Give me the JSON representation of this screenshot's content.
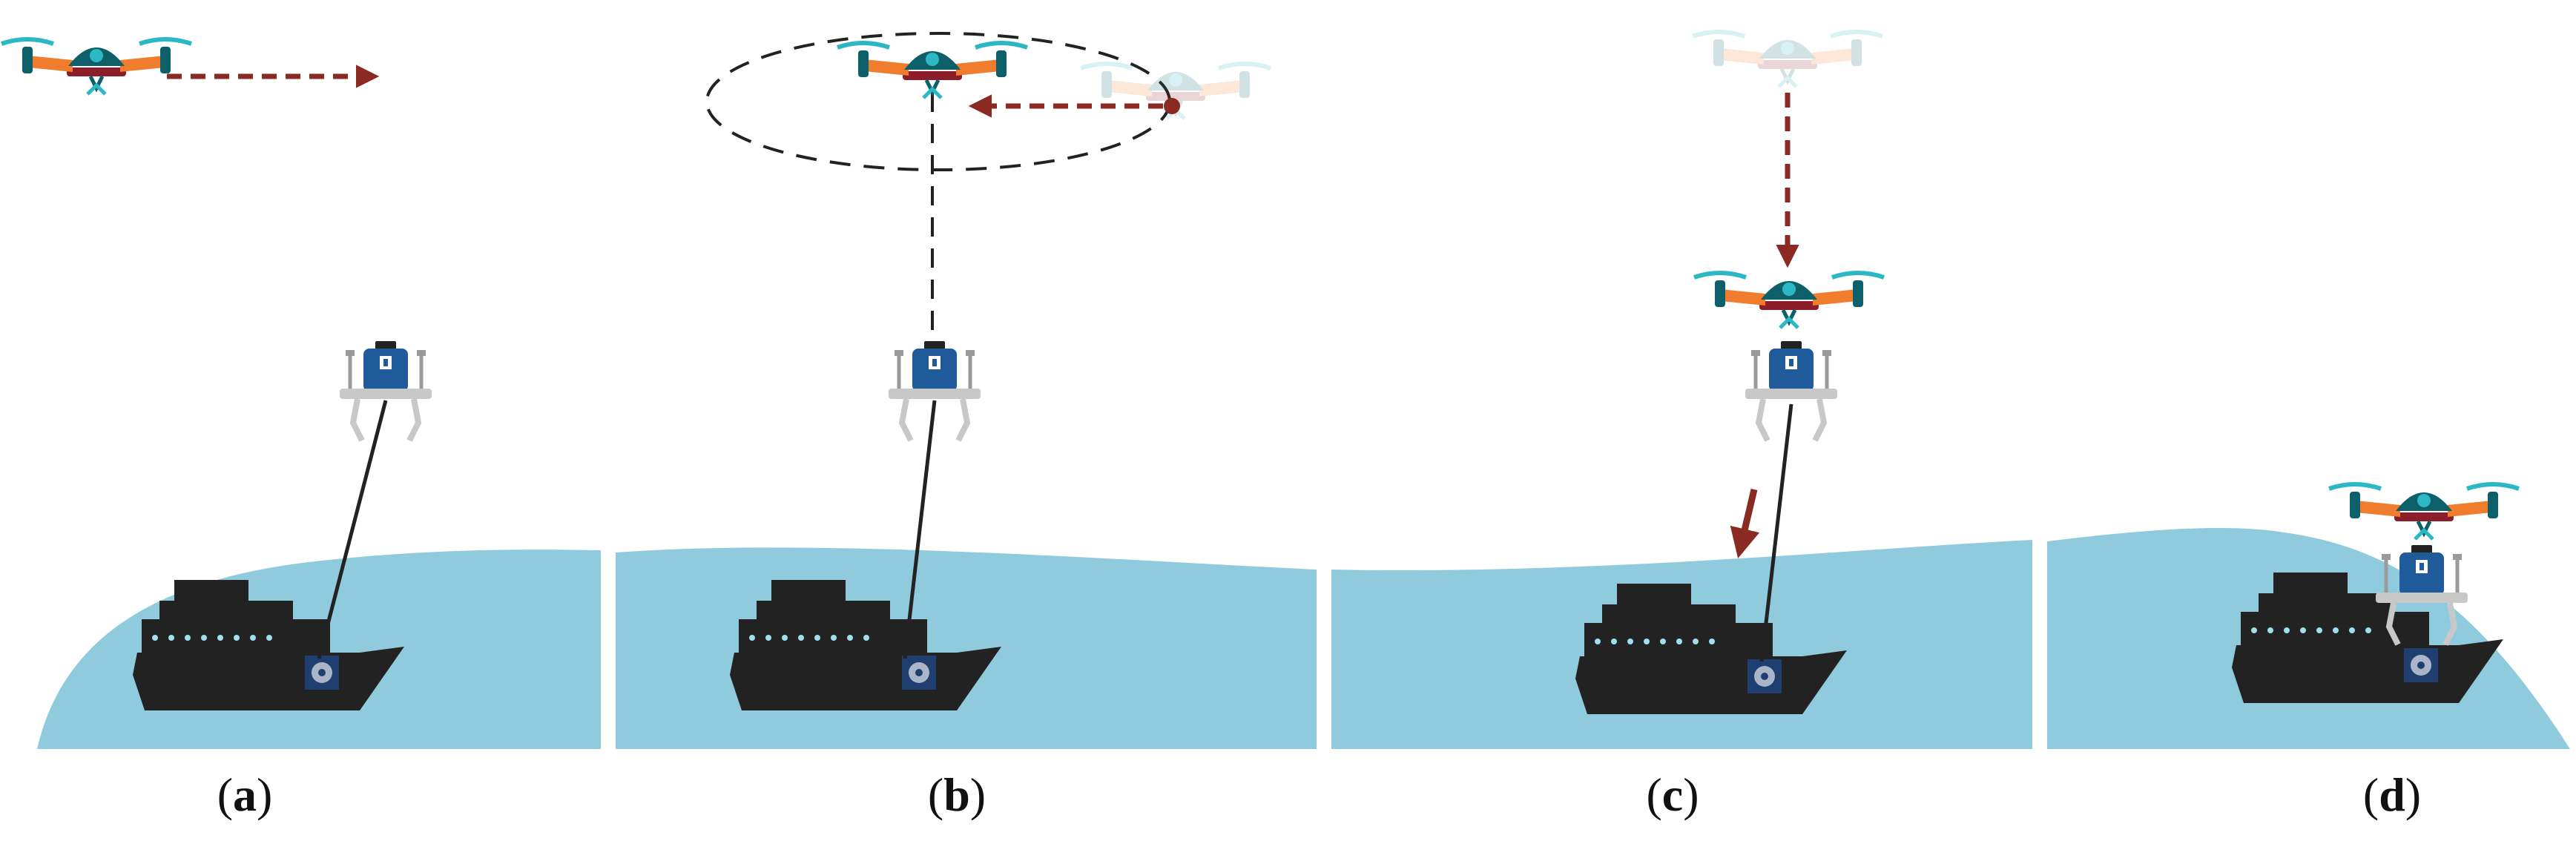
{
  "colors": {
    "sea": "#8fcbdc",
    "ship": "#222222",
    "drone_body": "#0d5f6a",
    "drone_arm": "#f07d2e",
    "drone_base": "#8b1e2a",
    "drone_accent": "#2bb7c4",
    "platform": "#c8c8c8",
    "platform_box": "#1f5a9a",
    "arrow": "#8b2a22"
  },
  "icons": {
    "drone": "quadcopter-drone-icon",
    "ship": "cargo-ship-icon",
    "platform": "landing-platform-icon",
    "winch": "gear-icon"
  },
  "panels": [
    {
      "id": "a",
      "caption_letter": "a"
    },
    {
      "id": "b",
      "caption_letter": "b"
    },
    {
      "id": "c",
      "caption_letter": "c"
    },
    {
      "id": "d",
      "caption_letter": "d"
    }
  ],
  "caption_open": "(",
  "caption_close": ")"
}
